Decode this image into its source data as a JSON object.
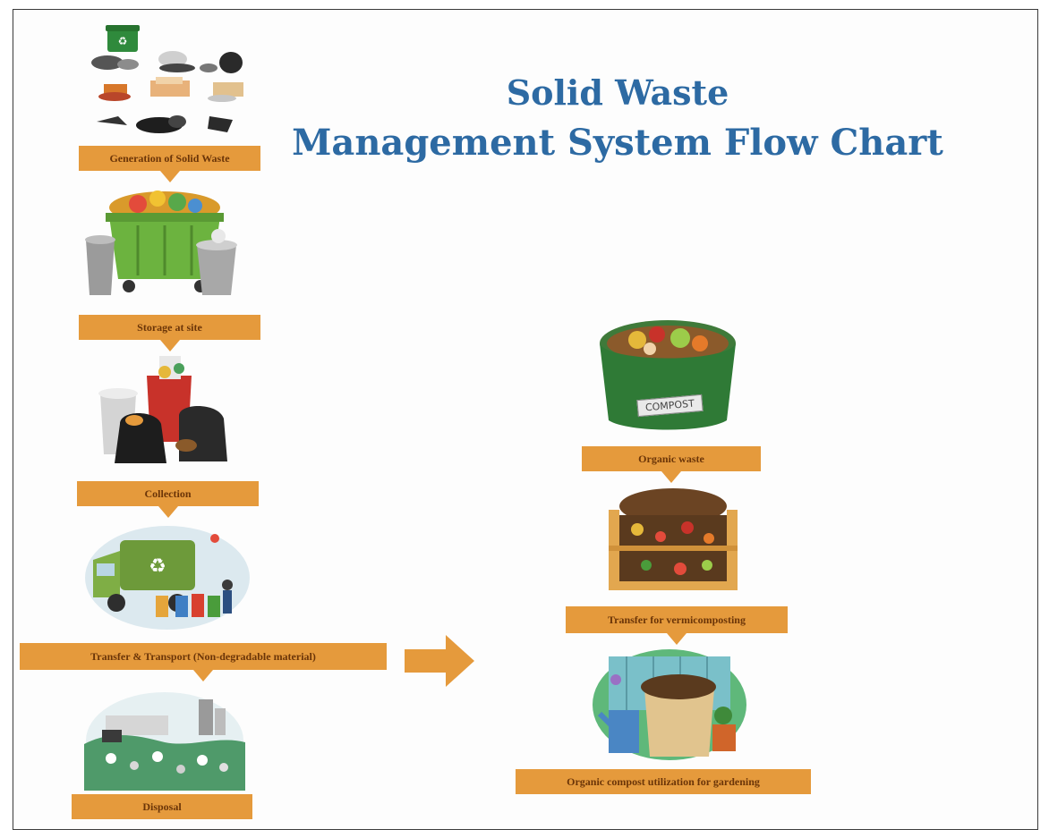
{
  "title": {
    "line1": "Solid Waste",
    "line2": "Management System Flow Chart"
  },
  "left_steps": [
    "Generation of Solid Waste",
    "Storage at site",
    "Collection",
    "Transfer & Transport (Non-degradable material)",
    "Disposal"
  ],
  "right_steps": [
    "Organic waste",
    "Transfer for vermicomposting",
    "Organic compost utilization for gardening"
  ],
  "compost_tag": "COMPOST",
  "colors": {
    "title": "#2d6aa3",
    "label_bg": "#e59a3c",
    "label_text": "#6b3508",
    "arrow": "#e59a3c"
  }
}
